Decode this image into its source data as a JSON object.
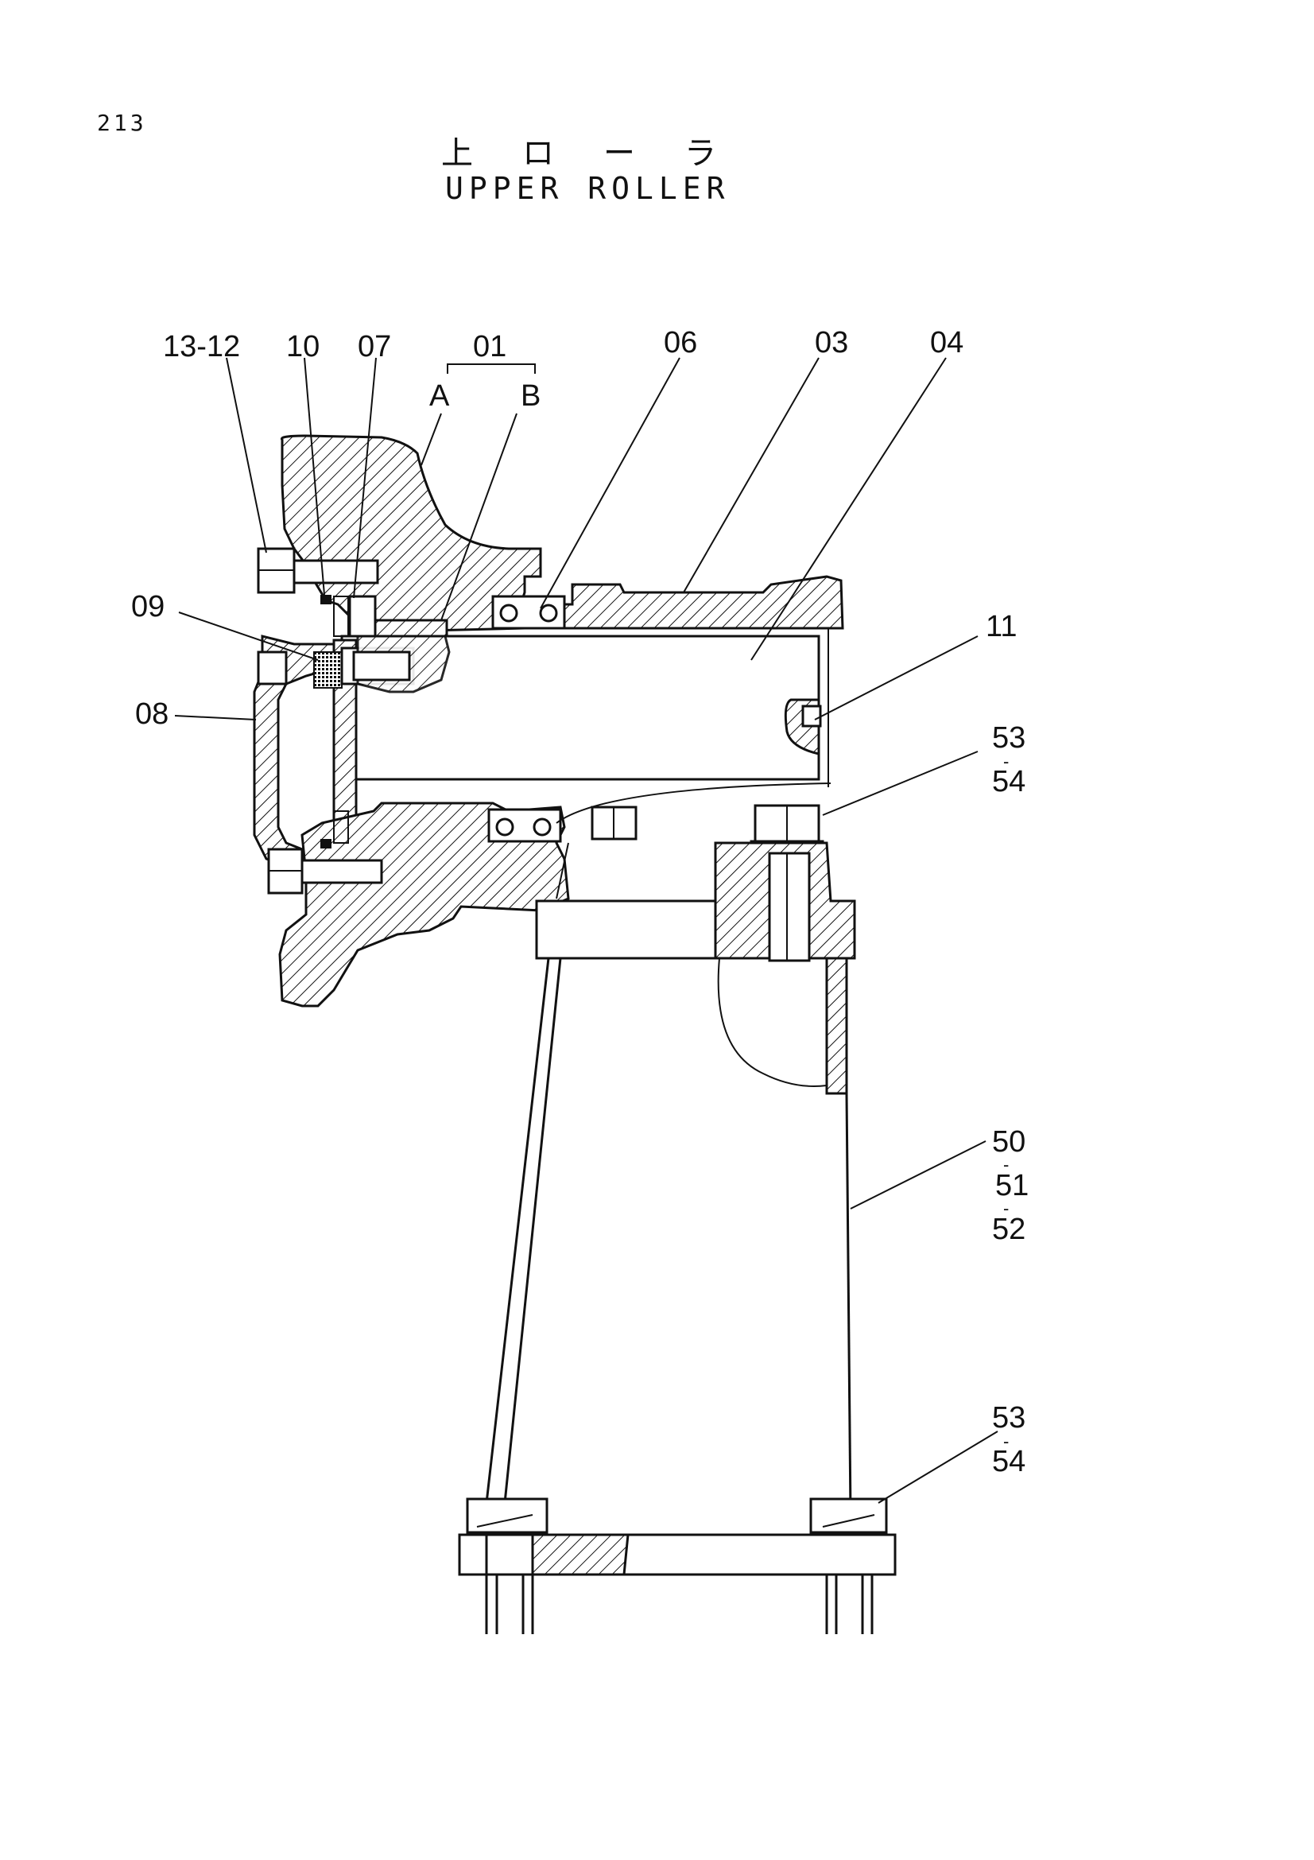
{
  "page": {
    "number": "213",
    "title_jp": "上ローラ",
    "title_en": "UPPER ROLLER"
  },
  "callouts": {
    "c13_12": "13-12",
    "c10": "10",
    "c07": "07",
    "c01": "01",
    "c01a": "A",
    "c01b": "B",
    "c06": "06",
    "c03": "03",
    "c04": "04",
    "c09": "09",
    "c08": "08",
    "c11": "11",
    "c53a": "53",
    "c54a": "54",
    "c50": "50",
    "c51": "51",
    "c52": "52",
    "c53b": "53",
    "c54b": "54",
    "dash": "-"
  }
}
